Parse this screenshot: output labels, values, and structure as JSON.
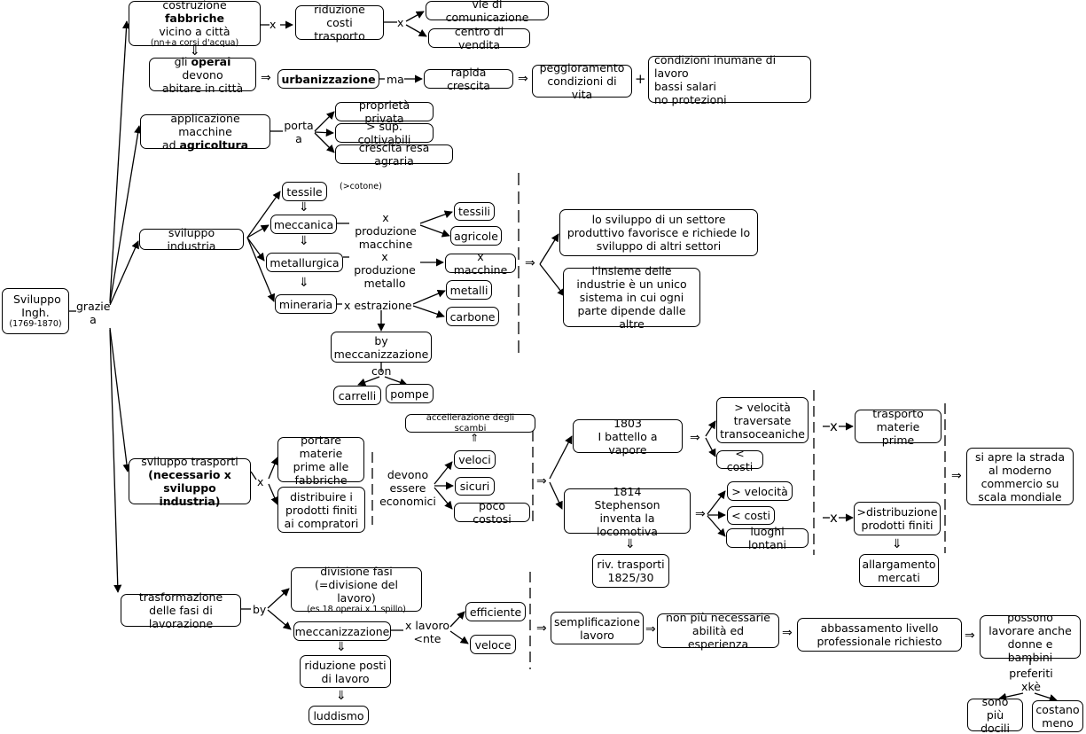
{
  "root": {
    "title": "Sviluppo Ingh.",
    "dates": "(1769-1870)",
    "connector": "grazie a"
  },
  "b1": {
    "fabbriche_pre": "costruzione ",
    "fabbriche_bold": "fabbriche",
    "fabbriche_line2": "vicino a città",
    "fabbriche_note": "(nn+a corsi d'acqua)",
    "x1": "x",
    "costi": "riduzione costi trasporto",
    "x2": "x",
    "vie": "vie di comunicazione",
    "centro": "centro di vendita",
    "operai_pre": "gli ",
    "operai_bold": "operai",
    "operai_post": " devono",
    "operai_line2": "abitare in città",
    "urb": "urbanizzazione",
    "ma": "ma",
    "rapida": "rapida crescita",
    "pegg": "peggioramento condizioni di vita",
    "plus": "+",
    "cond1": "condizioni inumane di lavoro",
    "cond2": "bassi salari",
    "cond3": "no protezioni"
  },
  "b2": {
    "agri_line1": "applicazione macchine",
    "agri_pre": "ad ",
    "agri_bold": "agricoltura",
    "porta": "porta a",
    "prop": "proprietà privata",
    "sup": "> sup. coltivabili",
    "resa": "crescita resa agraria"
  },
  "b3": {
    "main": "sviluppo industria",
    "tessile": "tessile",
    "cotone": "(>cotone)",
    "meccanica": "meccanica",
    "prod_macchine": "x produzione macchine",
    "tessili": "tessili",
    "agricole": "agricole",
    "metallurgica": "metallurgica",
    "prod_metallo": "x produzione metallo",
    "xmacchine": "x macchine",
    "mineraria": "mineraria",
    "estrazione": "x estrazione",
    "metalli": "metalli",
    "carbone": "carbone",
    "by_mecc": "by meccanizzazione",
    "con": "con",
    "carrelli": "carrelli",
    "pompe": "pompe",
    "sviluppo_settore": "lo sviluppo di un settore produttivo favorisce e richiede lo sviluppo di altri settori",
    "insieme": "l'insieme delle industrie è un unico sistema in cui ogni parte dipende dalle altre"
  },
  "b4": {
    "main_line1": "sviluppo trasporti",
    "main_bold1": "(necessario x",
    "main_bold2": "sviluppo industria)",
    "x": "x",
    "portare": "portare materie prime alle fabbriche",
    "distribuire": "distribuire i prodotti finiti ai compratori",
    "devono": "devono essere economici",
    "accel": "accellerazione degli scambi",
    "veloci": "veloci",
    "sicuri": "sicuri",
    "poco": "poco costosi",
    "battello_year": "1803",
    "battello": "I battello a vapore",
    "vel_trans": "> velocità traversate transoceaniche",
    "meno_costi1": "< costi",
    "x_tr": "x",
    "trasporto_mp": "trasporto materie prime",
    "steph_year": "1814",
    "steph1": "Stephenson",
    "steph2": "inventa la locomotiva",
    "riv": "riv. trasporti 1825/30",
    "vel2": "> velocità",
    "costi2": "< costi",
    "luoghi": "luoghi lontani",
    "x_dist": "x",
    "distribuzione": ">distribuzione prodotti finiti",
    "allarg": "allargamento mercati",
    "strada": "si apre la strada al moderno commercio su scala mondiale"
  },
  "b5": {
    "main": "trasformazione delle fasi di lavorazione",
    "by": "by",
    "divisione": "divisione fasi (=divisione del lavoro)",
    "div_note": "(es 18 operai x 1 spillo)",
    "mecc": "meccanizzazione",
    "lavoro": "x lavoro <nte",
    "efficiente": "efficiente",
    "veloce": "veloce",
    "riduzione": "riduzione posti di lavoro",
    "luddismo": "luddismo",
    "sempl": "semplificazione lavoro",
    "nonpiu": "non più necessarie abilità ed esperienza",
    "abbass": "abbassamento livello professionale richiesto",
    "possono": "possono lavorare anche donne e bambini",
    "preferiti": "preferiti xkè",
    "docili": "sono più docili",
    "costano": "costano meno"
  },
  "symbols": {
    "implies": "⇒",
    "down": "⇓",
    "up": "⇑"
  }
}
